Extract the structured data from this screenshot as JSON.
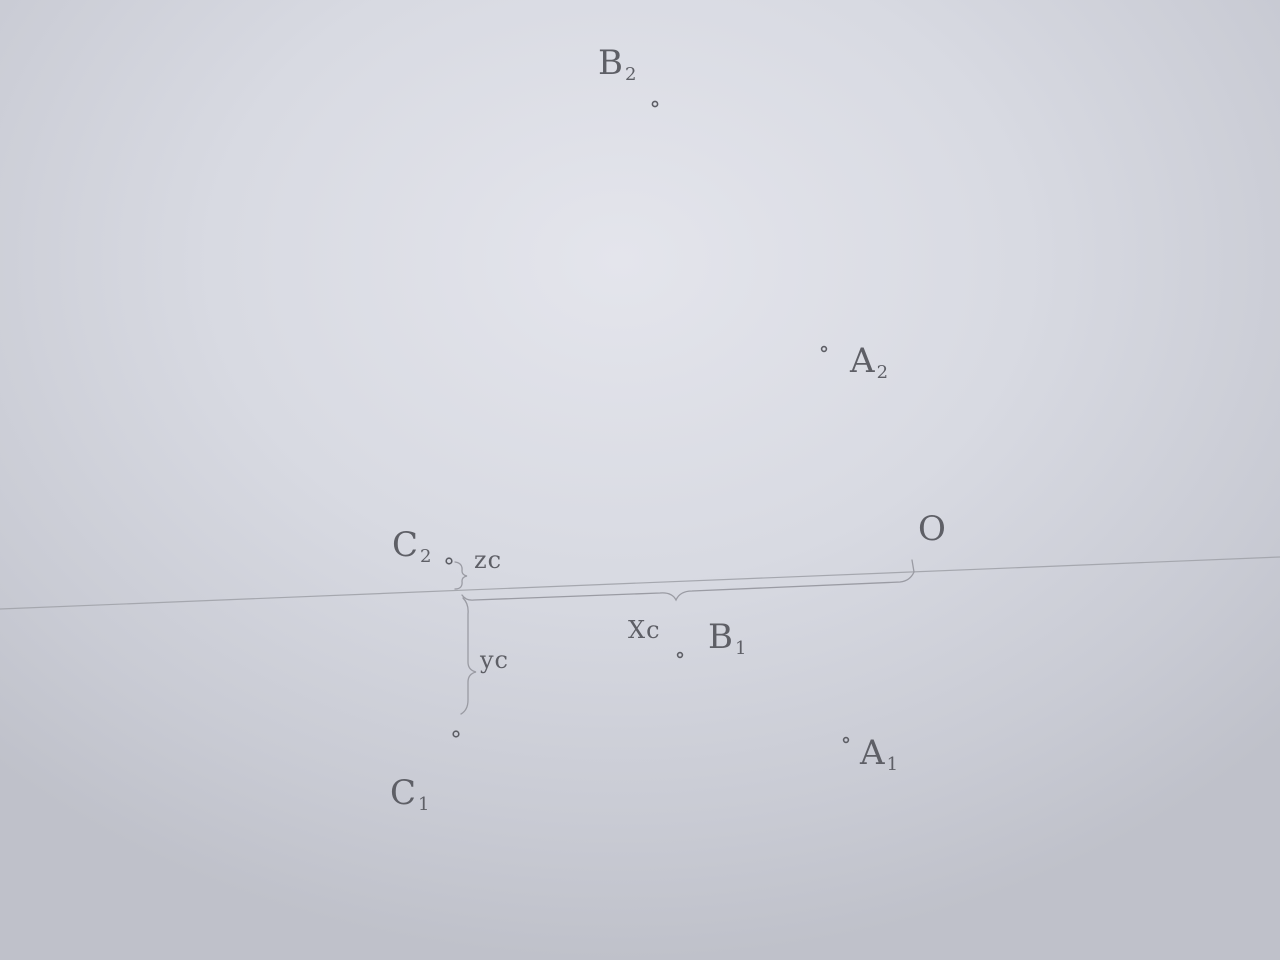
{
  "labels": {
    "b2": {
      "main": "B",
      "sub": "2"
    },
    "a2": {
      "main": "A",
      "sub": "2"
    },
    "c2": {
      "main": "C",
      "sub": "2"
    },
    "zc": "zc",
    "origin": "O",
    "xc": "Xc",
    "b1": {
      "main": "B",
      "sub": "1"
    },
    "yc": "yc",
    "a1": {
      "main": "A",
      "sub": "1"
    },
    "c1": {
      "main": "C",
      "sub": "1"
    }
  },
  "colors": {
    "paper": "#dcdee5",
    "pencil": "#5e5f66",
    "axis_line": "#a5a7ae"
  }
}
